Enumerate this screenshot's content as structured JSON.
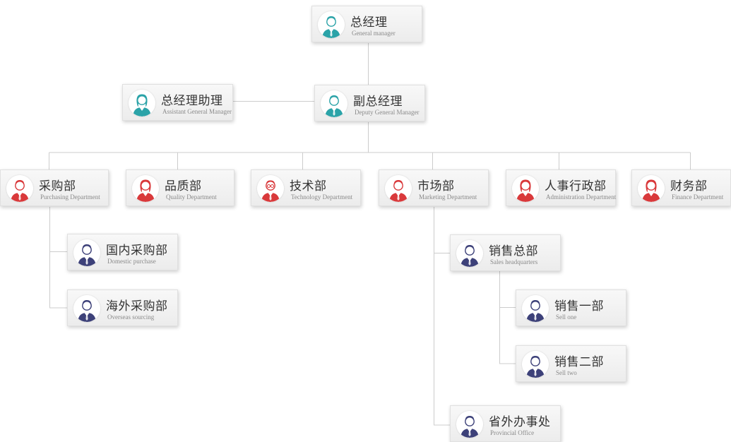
{
  "colors": {
    "teal": "#2ba3a8",
    "red": "#d9393b",
    "navy": "#3d4179",
    "line": "#cccccc"
  },
  "nodes": [
    {
      "id": "gm",
      "zh": "总经理",
      "en": "General manager",
      "icon": "teal-manager-avatar-icon"
    },
    {
      "id": "agm",
      "zh": "总经理助理",
      "en": "Assistant General Manager",
      "icon": "teal-female-avatar-icon"
    },
    {
      "id": "dgm",
      "zh": "副总经理",
      "en": "Deputy General Manager",
      "icon": "teal-manager-avatar-icon"
    },
    {
      "id": "pur",
      "zh": "采购部",
      "en": "Purchasing Department",
      "icon": "red-male-avatar-icon"
    },
    {
      "id": "qua",
      "zh": "品质部",
      "en": "Quality Department",
      "icon": "red-female-avatar-icon"
    },
    {
      "id": "tech",
      "zh": "技术部",
      "en": "Technology Department",
      "icon": "red-glasses-avatar-icon"
    },
    {
      "id": "mkt",
      "zh": "市场部",
      "en": "Marketing Department",
      "icon": "red-male-avatar-icon"
    },
    {
      "id": "adm",
      "zh": "人事行政部",
      "en": "Administration Department",
      "icon": "red-female-avatar-icon"
    },
    {
      "id": "fin",
      "zh": "财务部",
      "en": "Finance Department",
      "icon": "red-female-avatar-icon"
    },
    {
      "id": "dom",
      "zh": "国内采购部",
      "en": "Domestic purchase",
      "icon": "navy-male-avatar-icon"
    },
    {
      "id": "ovs",
      "zh": "海外采购部",
      "en": "Overseas sourcing",
      "icon": "navy-male-avatar-icon"
    },
    {
      "id": "shq",
      "zh": "销售总部",
      "en": "Sales headquarters",
      "icon": "navy-male-avatar-icon"
    },
    {
      "id": "s1",
      "zh": "销售一部",
      "en": "Sell one",
      "icon": "navy-male-avatar-icon"
    },
    {
      "id": "s2",
      "zh": "销售二部",
      "en": "Sell two",
      "icon": "navy-male-avatar-icon"
    },
    {
      "id": "prov",
      "zh": "省外办事处",
      "en": "Provincial Office",
      "icon": "navy-male-avatar-icon"
    }
  ]
}
